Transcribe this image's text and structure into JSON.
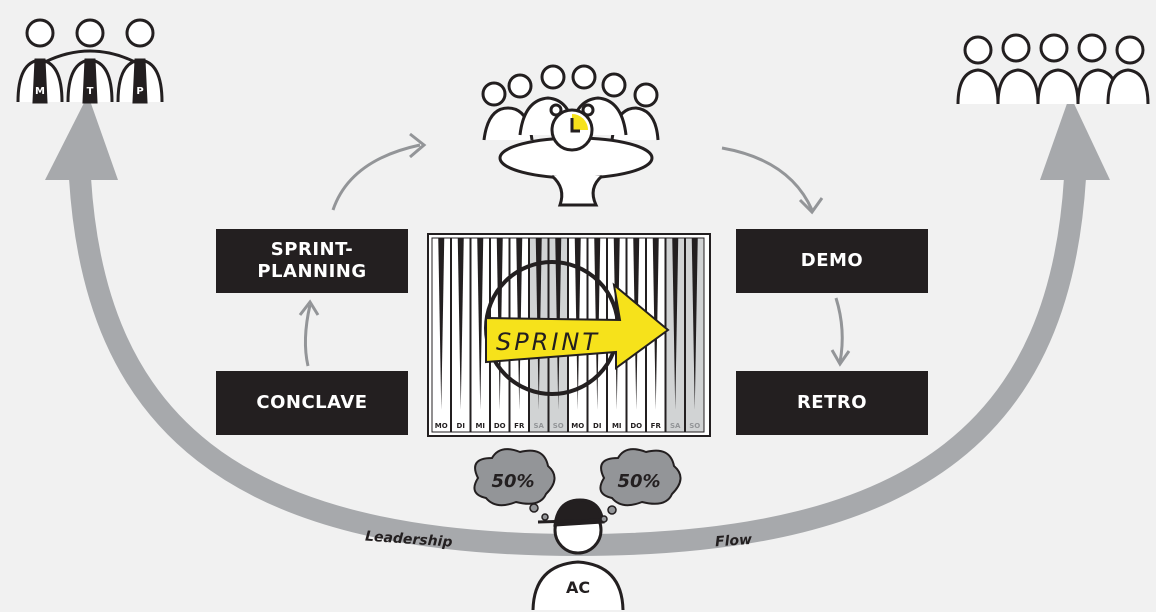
{
  "boxes": {
    "sprint_planning": "SPRINT-\nPLANNING",
    "conclave": "CONCLAVE",
    "demo": "DEMO",
    "retro": "RETRO"
  },
  "calendar": {
    "days": [
      "MO",
      "DI",
      "MI",
      "DO",
      "FR",
      "SA",
      "SO",
      "MO",
      "DI",
      "MI",
      "DO",
      "FR",
      "SA",
      "SO"
    ],
    "arrow_label": "SPRINT"
  },
  "management": {
    "badges": [
      "M",
      "T",
      "P"
    ]
  },
  "person": {
    "label": "AC"
  },
  "thoughts": [
    "50%",
    "50%"
  ],
  "arc_labels": {
    "left": "Leadership",
    "right": "Flow"
  },
  "colors": {
    "background": "#f1f1f1",
    "box": "#231f20",
    "arc": "#a7a9ac",
    "accent": "#f6e21b",
    "cloud": "#939598"
  }
}
